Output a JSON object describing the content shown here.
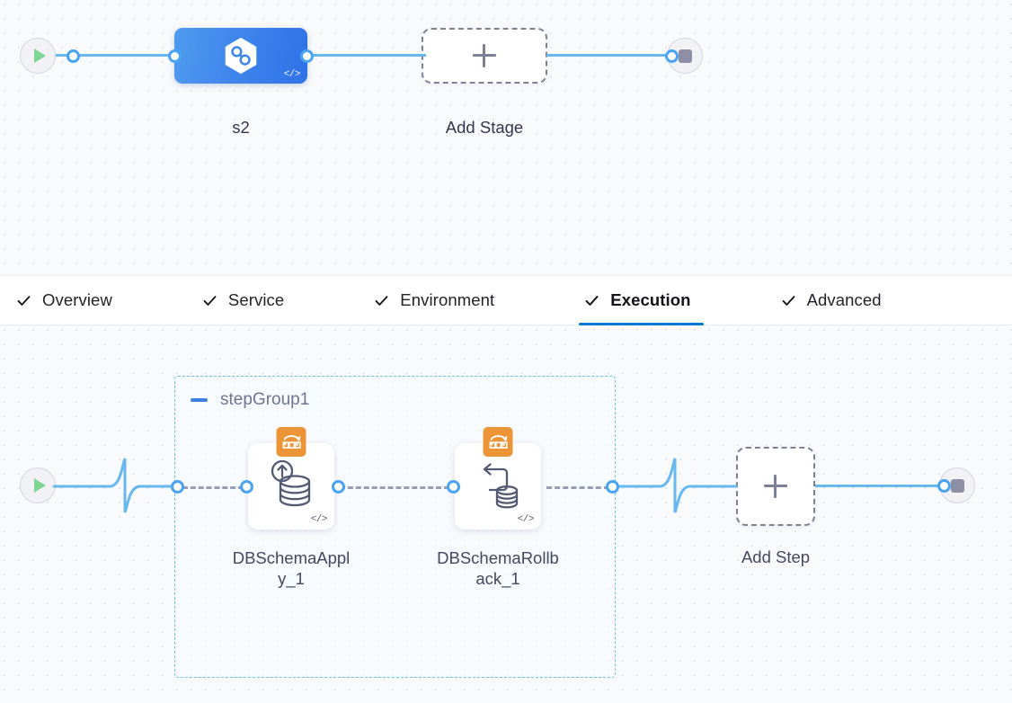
{
  "canvas": {
    "background_color": "#f9fafc",
    "dot_color": "#e3e5ec"
  },
  "stage_graph": {
    "start_node": {
      "name": "start",
      "icon": "play-icon"
    },
    "stage": {
      "label": "s2",
      "icon": "harness-hexagon-icon",
      "code_tag": "</>",
      "accent_color": "#3f86ec"
    },
    "add_stage": {
      "label": "Add Stage",
      "icon": "plus-icon"
    },
    "end_node": {
      "name": "end",
      "icon": "stop-icon"
    }
  },
  "tabs": {
    "items": [
      {
        "label": "Overview",
        "icon": "check-icon",
        "active": false
      },
      {
        "label": "Service",
        "icon": "check-icon",
        "active": false
      },
      {
        "label": "Environment",
        "icon": "check-icon",
        "active": false
      },
      {
        "label": "Execution",
        "icon": "check-icon",
        "active": true
      },
      {
        "label": "Advanced",
        "icon": "check-icon",
        "active": false
      }
    ],
    "active_color": "#0278d5"
  },
  "execution_graph": {
    "start_node": {
      "name": "start",
      "icon": "play-icon"
    },
    "step_group": {
      "title": "stepGroup1",
      "collapse_icon": "minus-icon",
      "border_color": "#68c2e8",
      "steps": [
        {
          "label": "DBSchemaAppl\ny_1",
          "full_label": "DBSchemaApply_1",
          "badge_icon": "db-schema-migration-icon",
          "badge_color": "#ec9536",
          "glyph_icon": "database-apply-up-arrow-icon",
          "code_tag": "</>"
        },
        {
          "label": "DBSchemaRollb\nack_1",
          "full_label": "DBSchemaRollback_1",
          "badge_icon": "db-schema-migration-icon",
          "badge_color": "#ec9536",
          "glyph_icon": "database-rollback-arrow-icon",
          "code_tag": "</>"
        }
      ]
    },
    "add_step": {
      "label": "Add Step",
      "icon": "plus-icon"
    },
    "end_node": {
      "name": "end",
      "icon": "stop-icon"
    }
  }
}
